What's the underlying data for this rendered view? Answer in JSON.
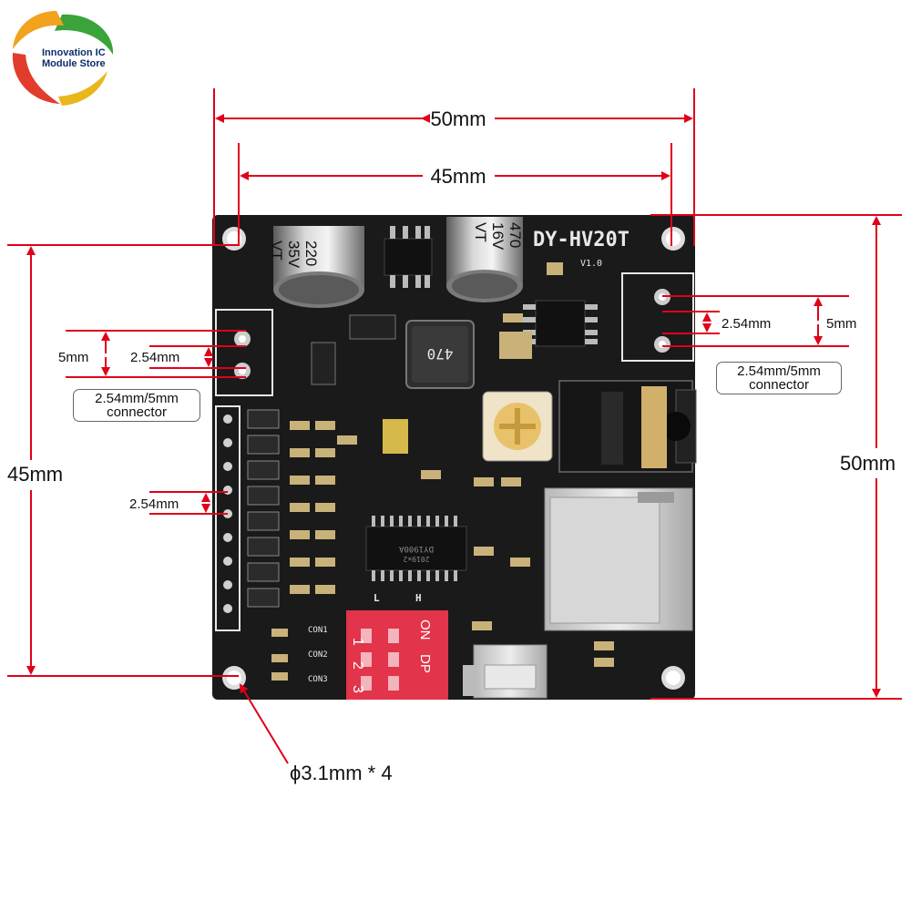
{
  "logo": {
    "line1": "Innovation IC",
    "line2": "Module Store"
  },
  "board": {
    "model": "DY-HV20T",
    "version": "V1.0",
    "cap_left": {
      "value": "220",
      "voltage": "35V",
      "series": "VT"
    },
    "cap_right": {
      "value": "470",
      "voltage": "16V",
      "series": "VT"
    },
    "inductor": "470",
    "chip": {
      "name": "DY1900A",
      "code": "2019×2"
    },
    "switch": {
      "positions": [
        "1",
        "2",
        "3"
      ],
      "on": "ON",
      "dp": "DP",
      "low": "L",
      "high": "H"
    },
    "con_labels": [
      "CON1",
      "CON2",
      "CON3"
    ]
  },
  "dimensions": {
    "top_outer": "50mm",
    "top_inner": "45mm",
    "left_outer": "45mm",
    "right_outer": "50mm",
    "left_connector_pitch": "2.54mm",
    "left_connector_spacing": "5mm",
    "left_connector_label": "2.54mm/5mm\nconnector",
    "right_connector_pitch": "2.54mm",
    "right_connector_spacing": "5mm",
    "right_connector_label": "2.54mm/5mm\nconnector",
    "header_pitch": "2.54mm",
    "hole": "ϕ3.1mm * 4"
  },
  "colors": {
    "pcb": "#1a1a1a",
    "dimension_lines": "#e0001a",
    "switch": "#e2344a",
    "silkscreen": "#e8e8e8"
  }
}
